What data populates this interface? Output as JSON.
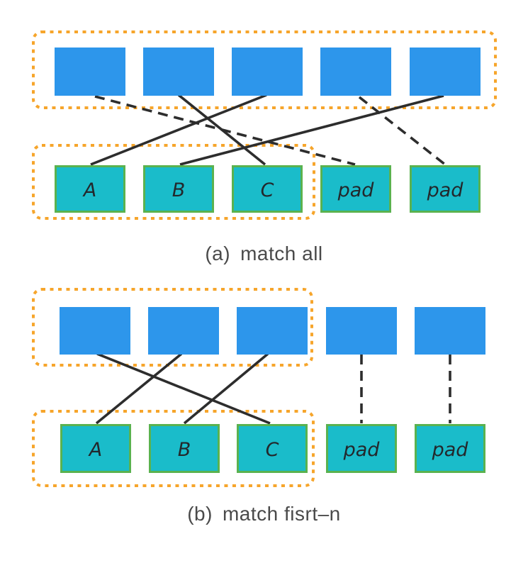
{
  "figure": {
    "captions": {
      "a": {
        "prefix": "(a)",
        "label": "match all"
      },
      "b": {
        "prefix": "(b)",
        "label": "match fisrt–n"
      }
    },
    "panel_a": {
      "top_boxes_count": 5,
      "bottom_labels": [
        "A",
        "B",
        "C",
        "pad",
        "pad"
      ],
      "grouped_top": [
        "1",
        "2",
        "3",
        "4",
        "5"
      ],
      "grouped_bottom": [
        "A",
        "B",
        "C"
      ],
      "edges": [
        {
          "from": "top-1",
          "to": "pad-1",
          "style": "dashed"
        },
        {
          "from": "top-2",
          "to": "C",
          "style": "solid"
        },
        {
          "from": "top-3",
          "to": "A",
          "style": "solid"
        },
        {
          "from": "top-4",
          "to": "pad-2",
          "style": "dashed"
        },
        {
          "from": "top-5",
          "to": "B",
          "style": "solid"
        }
      ]
    },
    "panel_b": {
      "top_boxes_count": 5,
      "bottom_labels": [
        "A",
        "B",
        "C",
        "pad",
        "pad"
      ],
      "grouped_top": [
        "1",
        "2",
        "3"
      ],
      "grouped_bottom": [
        "A",
        "B",
        "C"
      ],
      "edges": [
        {
          "from": "top-1",
          "to": "C",
          "style": "solid"
        },
        {
          "from": "top-2",
          "to": "A",
          "style": "solid"
        },
        {
          "from": "top-3",
          "to": "B",
          "style": "solid"
        },
        {
          "from": "top-4",
          "to": "pad-1",
          "style": "dashed"
        },
        {
          "from": "top-5",
          "to": "pad-2",
          "style": "dashed"
        }
      ]
    },
    "colors": {
      "token_blue": "#2d96eb",
      "token_teal": "#1abcca",
      "token_border_green": "#5ab24f",
      "group_border_orange": "#f6a52b",
      "edge_line": "#2d2d2d",
      "caption_text": "#4a4a4a"
    }
  }
}
